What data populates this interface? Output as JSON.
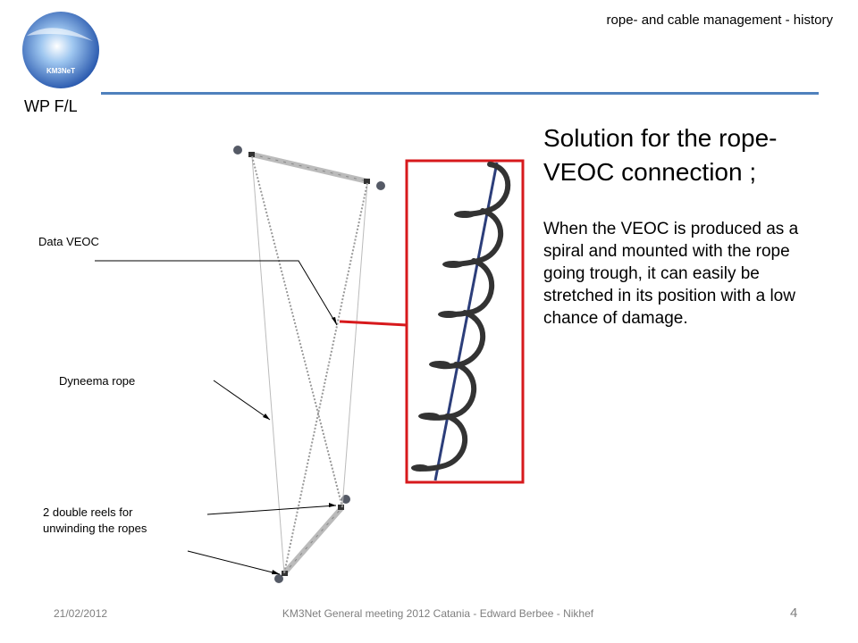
{
  "header": {
    "title": "rope- and cable management - history",
    "group_label": "WP F/L",
    "logo_text": "KM3NeT",
    "accent_color": "#4f81bd"
  },
  "content": {
    "heading": "Solution for the rope-VEOC connection ;",
    "body": "When the VEOC is produced as a spiral and mounted with the rope going trough, it can easily be stretched in its position with a low chance of damage."
  },
  "callouts": {
    "data_veoc": "Data VEOC",
    "dyneema_rope": "Dyneema rope",
    "reels": "2 double reels for unwinding the ropes"
  },
  "footer": {
    "date": "21/02/2012",
    "center": "KM3Net General meeting 2012 Catania - Edward Berbee - Nikhef",
    "page": "4"
  },
  "colors": {
    "highlight": "#d7191c",
    "spiral": "#333333",
    "rope_axis": "#2c3e7a"
  }
}
